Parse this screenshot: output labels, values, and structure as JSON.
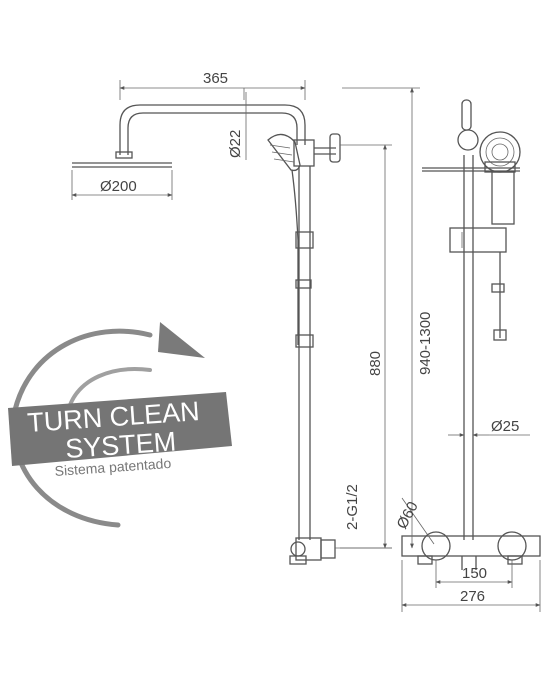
{
  "dimensions": {
    "arm_length": "365",
    "arm_tube": "Ø22",
    "head_diameter": "Ø200",
    "slide_bar_length": "880",
    "column_height": "940-1300",
    "column_tube": "Ø25",
    "inlet_thread": "2-G1/2",
    "handle_diameter": "Ø60",
    "inlet_spacing": "150",
    "mixer_width": "276"
  },
  "badge": {
    "line1": "TURN CLEAN",
    "line2": "SYSTEM",
    "caption": "Sistema patentado"
  },
  "colors": {
    "line": "#555555",
    "badge_fill": "#757575",
    "badge_text": "#ffffff",
    "arrow": "#7a7a7a"
  }
}
